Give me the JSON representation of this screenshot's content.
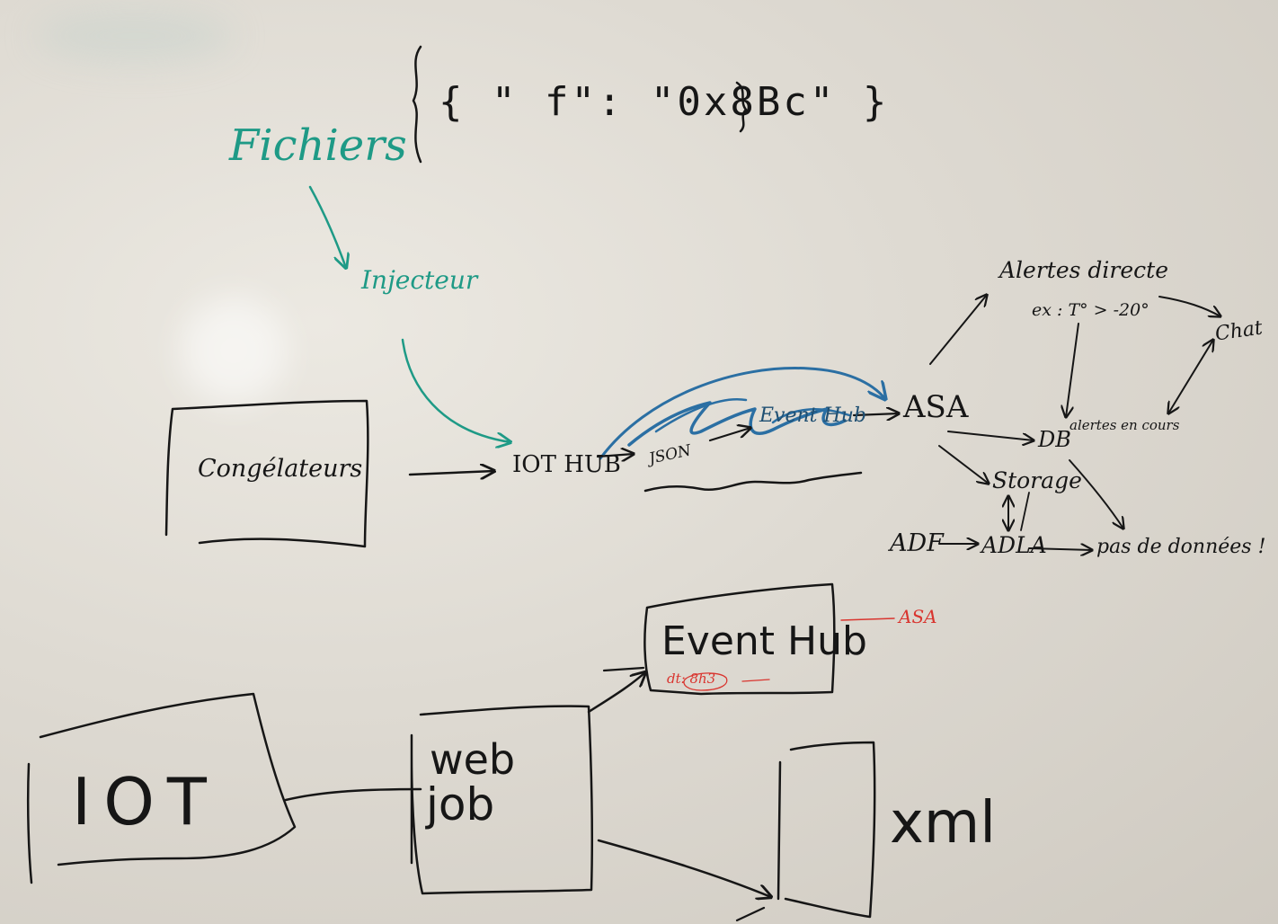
{
  "colors": {
    "board": "#dedad2",
    "black_marker": "#161616",
    "teal_marker": "#1e9a86",
    "blue_marker": "#2b6fa3",
    "red_marker": "#d9352f"
  },
  "top_note": "{ \" f\": \"0x8Bc\" }",
  "teal_flow": {
    "source": "Fichiers",
    "injector": "Injecteur"
  },
  "main_flow": {
    "device": "Congélateurs",
    "hub": "IOT HUB",
    "format": "JSON",
    "event_hub": "Event Hub",
    "asa": "ASA"
  },
  "right_cluster": {
    "alerts": "Alertes directe",
    "example": "ex : T° > -20°",
    "chat": "Chat",
    "db": "DB",
    "db_note": "alertes en cours",
    "storage": "Storage",
    "adf": "ADF",
    "adla": "ADLA",
    "no_data": "pas de données !"
  },
  "lower_flow": {
    "iot": "IOT",
    "web_job": [
      "web",
      "job"
    ],
    "event_hub": "Event Hub",
    "event_hub_note": "dt: 8h3",
    "asa": "ASA",
    "xml": "xml"
  }
}
